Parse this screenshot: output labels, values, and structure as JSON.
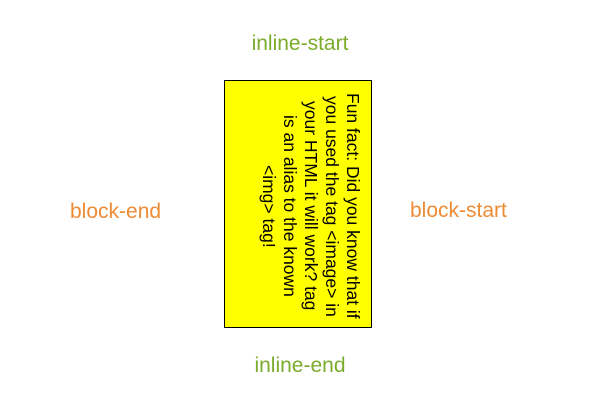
{
  "labels": {
    "inline_start": "inline-start",
    "inline_end": "inline-end",
    "block_start": "block-start",
    "block_end": "block-end"
  },
  "box": {
    "text": "Fun fact: Did you know that if you used the tag <image> in your HTML it will work? tag is an alias to the known <img> tag!",
    "writing_mode": "vertical-rl"
  },
  "colors": {
    "inline_label": "#7cac2c",
    "block_label": "#ee8b35",
    "box_background": "#ffff00",
    "box_border": "#000000",
    "box_text": "#000000"
  }
}
